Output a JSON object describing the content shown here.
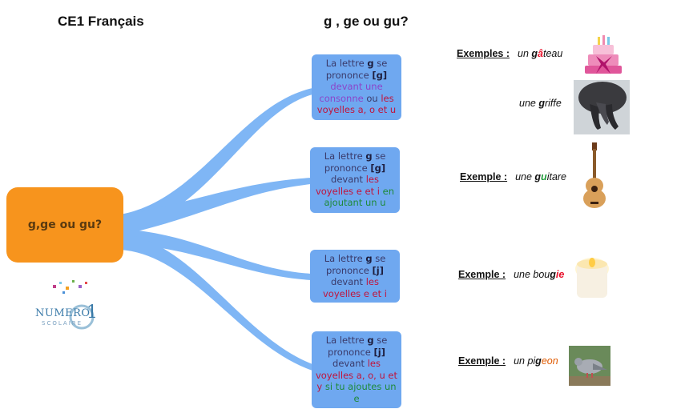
{
  "header": {
    "left_title": "CE1 Français",
    "center_title": "g , ge ou gu?"
  },
  "center_node": {
    "label": "g,ge ou gu?"
  },
  "rules": [
    {
      "t1": "La lettre ",
      "g": "g",
      "t2": " se prononce ",
      "sound": "[g]",
      "t3": "devant une consonne",
      "t4": " ou ",
      "t5": "les voyelles a, o et u"
    },
    {
      "t1": "La lettre ",
      "g": "g",
      "t2": " se prononce ",
      "sound": "[g]",
      "t3": " devant ",
      "t4": "les voyelles e et i",
      "t5": " en ajoutant un u"
    },
    {
      "t1": "La lettre ",
      "g": "g",
      "t2": " se prononce ",
      "sound": "[j]",
      "t3": " devant ",
      "t4": "les voyelles e et i"
    },
    {
      "t1": "La lettre ",
      "g": "g",
      "t2": " se prononce ",
      "sound": "[j]",
      "t3": " devant ",
      "t4": "les voyelles a, o, u et y",
      "t5": " si tu ajoutes un e"
    }
  ],
  "examples": {
    "label_plural": "Exemples :",
    "label_singular": "Exemple :",
    "items": [
      {
        "pre": "un ",
        "g": "g",
        "hl": "â",
        "post": "teau",
        "image": "cake-image"
      },
      {
        "pre": "une ",
        "g": "g",
        "hl": "",
        "post": "riffe",
        "image": "claw-image"
      },
      {
        "pre": "une ",
        "g": "g",
        "hl": "u",
        "post": "itare",
        "image": "guitar-image"
      },
      {
        "pre": "une bou",
        "g": "g",
        "hl": "ie",
        "post": "",
        "image": "candle-image"
      },
      {
        "pre": "un pi",
        "g": "g",
        "hl": "eon",
        "post": "",
        "image": "pigeon-image"
      }
    ]
  },
  "logo": {
    "text_main": "NUMERO",
    "text_sub": "SCOLAIRE",
    "digit": "1"
  },
  "colors": {
    "center_node": "#f7941d",
    "rule_box": "#6fa8f0",
    "branch": "#7fb6f5",
    "highlight_red": "#e8102a",
    "highlight_green": "#1f9a3a"
  }
}
